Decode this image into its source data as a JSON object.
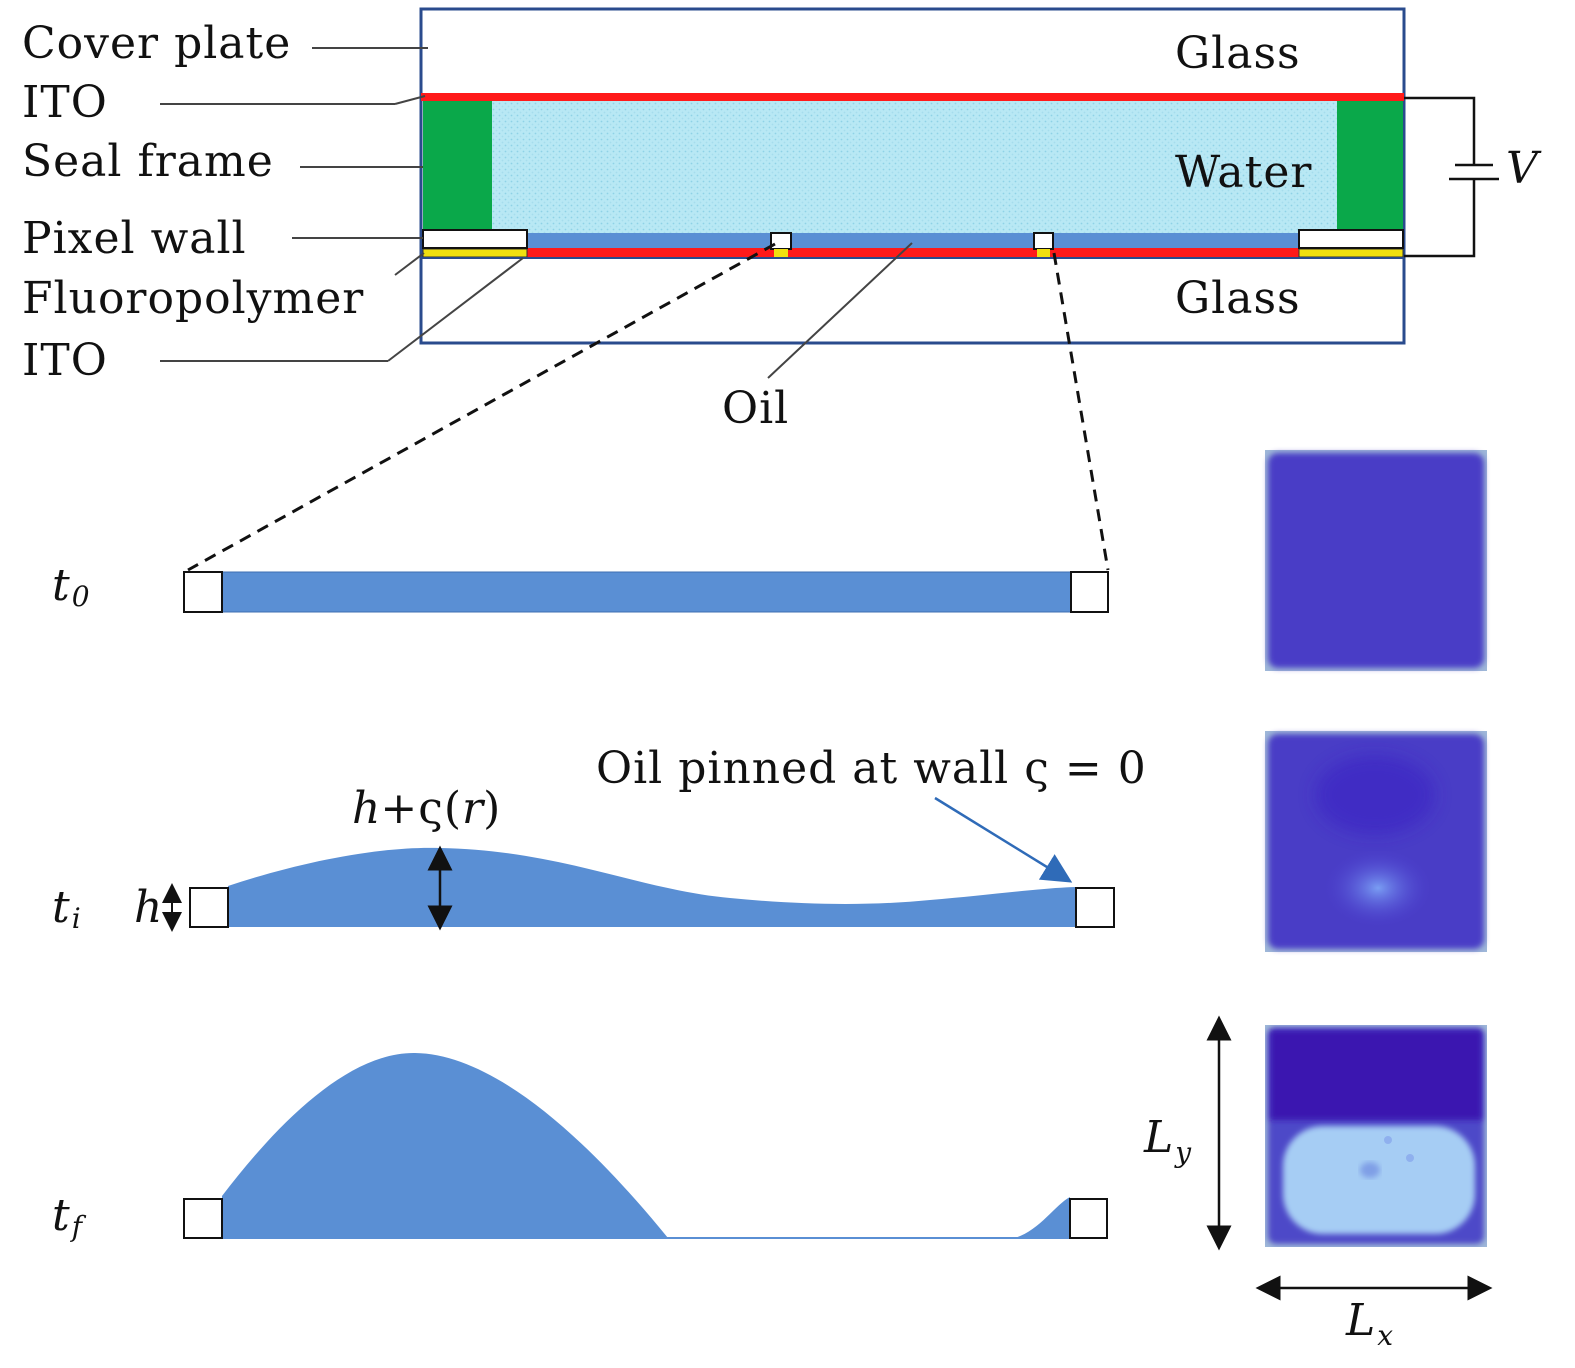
{
  "labels": {
    "cover_plate": "Cover plate",
    "ito_top": "ITO",
    "seal_frame": "Seal frame",
    "pixel_wall": "Pixel wall",
    "fluoropolymer": "Fluoropolymer",
    "ito_bottom": "ITO",
    "glass_top": "Glass",
    "water": "Water",
    "glass_bottom": "Glass",
    "oil": "Oil",
    "voltage": "V",
    "oil_pinned": "Oil pinned at wall ς = 0",
    "height_expr_h": "h",
    "height_expr_rest": "+ς(",
    "height_expr_r": "r",
    "height_expr_close": ")",
    "h": "h",
    "t": "t",
    "t0_sub": "0",
    "ti_sub": "i",
    "tf_sub": "f",
    "L": "L",
    "ly_sub": "y",
    "lx_sub": "x"
  },
  "colors": {
    "oil": "#5a8fd4",
    "water": "#b6e6f2",
    "seal": "#0aa84a",
    "ito": "#ff1a1a",
    "fluoropolymer": "#f0e010",
    "pixel_dark": "#4a2ec0",
    "pixel_light": "#9ec7f2",
    "frame": "#2a4b8d"
  },
  "icons": [
    "battery-icon",
    "double-arrow-icon"
  ]
}
